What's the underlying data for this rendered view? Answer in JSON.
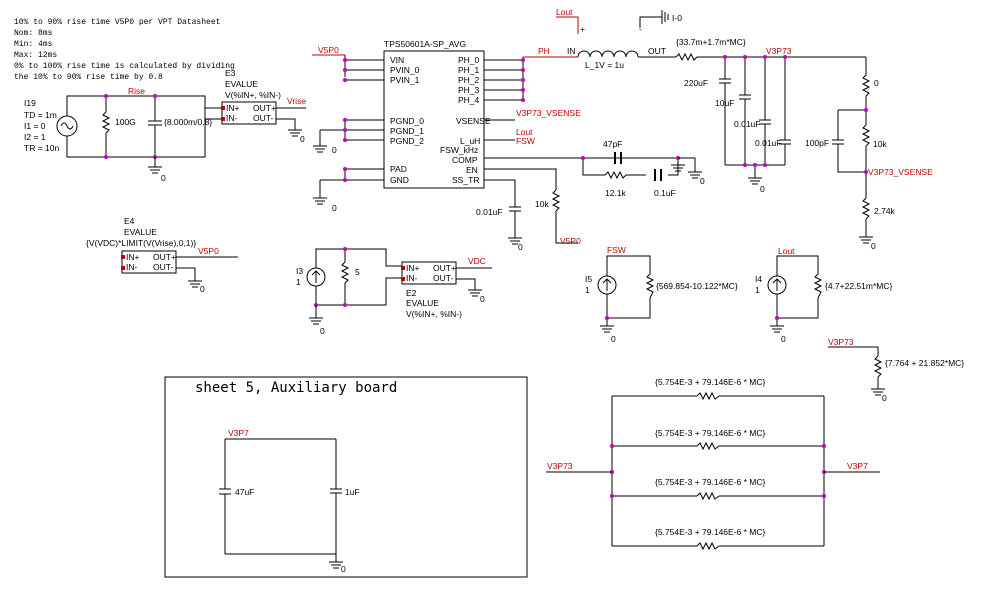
{
  "notes": [
    "10% to 90% rise time V5P0 per VPT Datasheet",
    "Nom: 8ms",
    "Min: 4ms",
    "Max: 12ms",
    "0% to 100% rise time is calculated by dividing",
    "the 10% to 90% rise time by 0.8"
  ],
  "source_i19": {
    "ref": "I19",
    "params": [
      "TD = 1m",
      "I1 = 0",
      "I2 = 1",
      "TR = 10n"
    ],
    "resistor": "100G",
    "cap": "{8.000m/0.8}",
    "net": "Rise"
  },
  "e3": {
    "ref": "E3",
    "type": "EVALUE",
    "expr": "V(%IN+, %IN-)",
    "in_p": "IN+",
    "in_n": "IN-",
    "out_p": "OUT+",
    "out_n": "OUT-",
    "net": "Vrise"
  },
  "e4": {
    "ref": "E4",
    "type": "EVALUE",
    "expr": "{V(VDC)*LIMIT(V(Vrise),0,1)}",
    "in_p": "IN+",
    "in_n": "IN-",
    "out_p": "OUT+",
    "out_n": "OUT-",
    "net": "V5P0"
  },
  "e2": {
    "ref": "E2",
    "type": "EVALUE",
    "expr": "V(%IN+, %IN-)",
    "in_p": "IN+",
    "in_n": "IN-",
    "out_p": "OUT+",
    "out_n": "OUT-",
    "net": "VDC"
  },
  "i3": {
    "ref": "I3",
    "value": "1",
    "resistor": "5"
  },
  "ic": {
    "name": "TPS50601A-SP_AVG",
    "left_pins": [
      "VIN",
      "PVIN_0",
      "PVIN_1",
      "PGND_0",
      "PGND_1",
      "PGND_2",
      "PAD",
      "GND"
    ],
    "right_pins": [
      "PH_0",
      "PH_1",
      "PH_2",
      "PH_3",
      "PH_4",
      "VSENSE",
      "L_uH",
      "FSW_kHz",
      "COMP",
      "EN",
      "SS_TR"
    ],
    "in_net": "V5P0",
    "ph_net": "PH",
    "vsense_net": "V3P73_VSENSE",
    "luh_net": "Lout",
    "fsw_net": "FSW",
    "ss_cap": "0.01uF",
    "en_res": "10k",
    "en_net": "V5P0"
  },
  "comp": {
    "cap1": "47pF",
    "res": "12.1k",
    "cap2": "0.1uF"
  },
  "inductor": {
    "name": "L_1V = 1u",
    "lout": "Lout",
    "pin_in": "IN",
    "pin_out": "OUT",
    "plus": "+",
    "minus": "-",
    "ground_label": "I-0",
    "esr": "{33.7m+1.7m*MC}"
  },
  "output": {
    "net": "V3P73",
    "caps": [
      "220uF",
      "10uF",
      "0.01uF",
      "0.01uF"
    ],
    "fb_top": "0",
    "fb_cap": "100pF",
    "fb_mid": "10k",
    "fb_bot": "2.74k",
    "fb_net": "V3P73_VSENSE"
  },
  "i5": {
    "ref": "I5",
    "value": "1",
    "net": "FSW",
    "res": "{569.854-10.122*MC}"
  },
  "i4": {
    "ref": "I4",
    "value": "1",
    "net": "Lout",
    "res": "{4.7+22.51m*MC}"
  },
  "load": {
    "net": "V3P73",
    "res": "{7.764 + 21.852*MC}"
  },
  "parallel": {
    "left_net": "V3P73",
    "right_net": "V3P7",
    "resistors": [
      "{5.754E-3 + 79.146E-6 * MC}",
      "{5.754E-3 + 79.146E-6 * MC}",
      "{5.754E-3 + 79.146E-6 * MC}",
      "{5.754E-3 + 79.146E-6 * MC}"
    ]
  },
  "aux": {
    "title": "sheet 5, Auxiliary board",
    "net": "V3P7",
    "cap1": "47uF",
    "cap2": "1uF"
  },
  "gnd": "0"
}
